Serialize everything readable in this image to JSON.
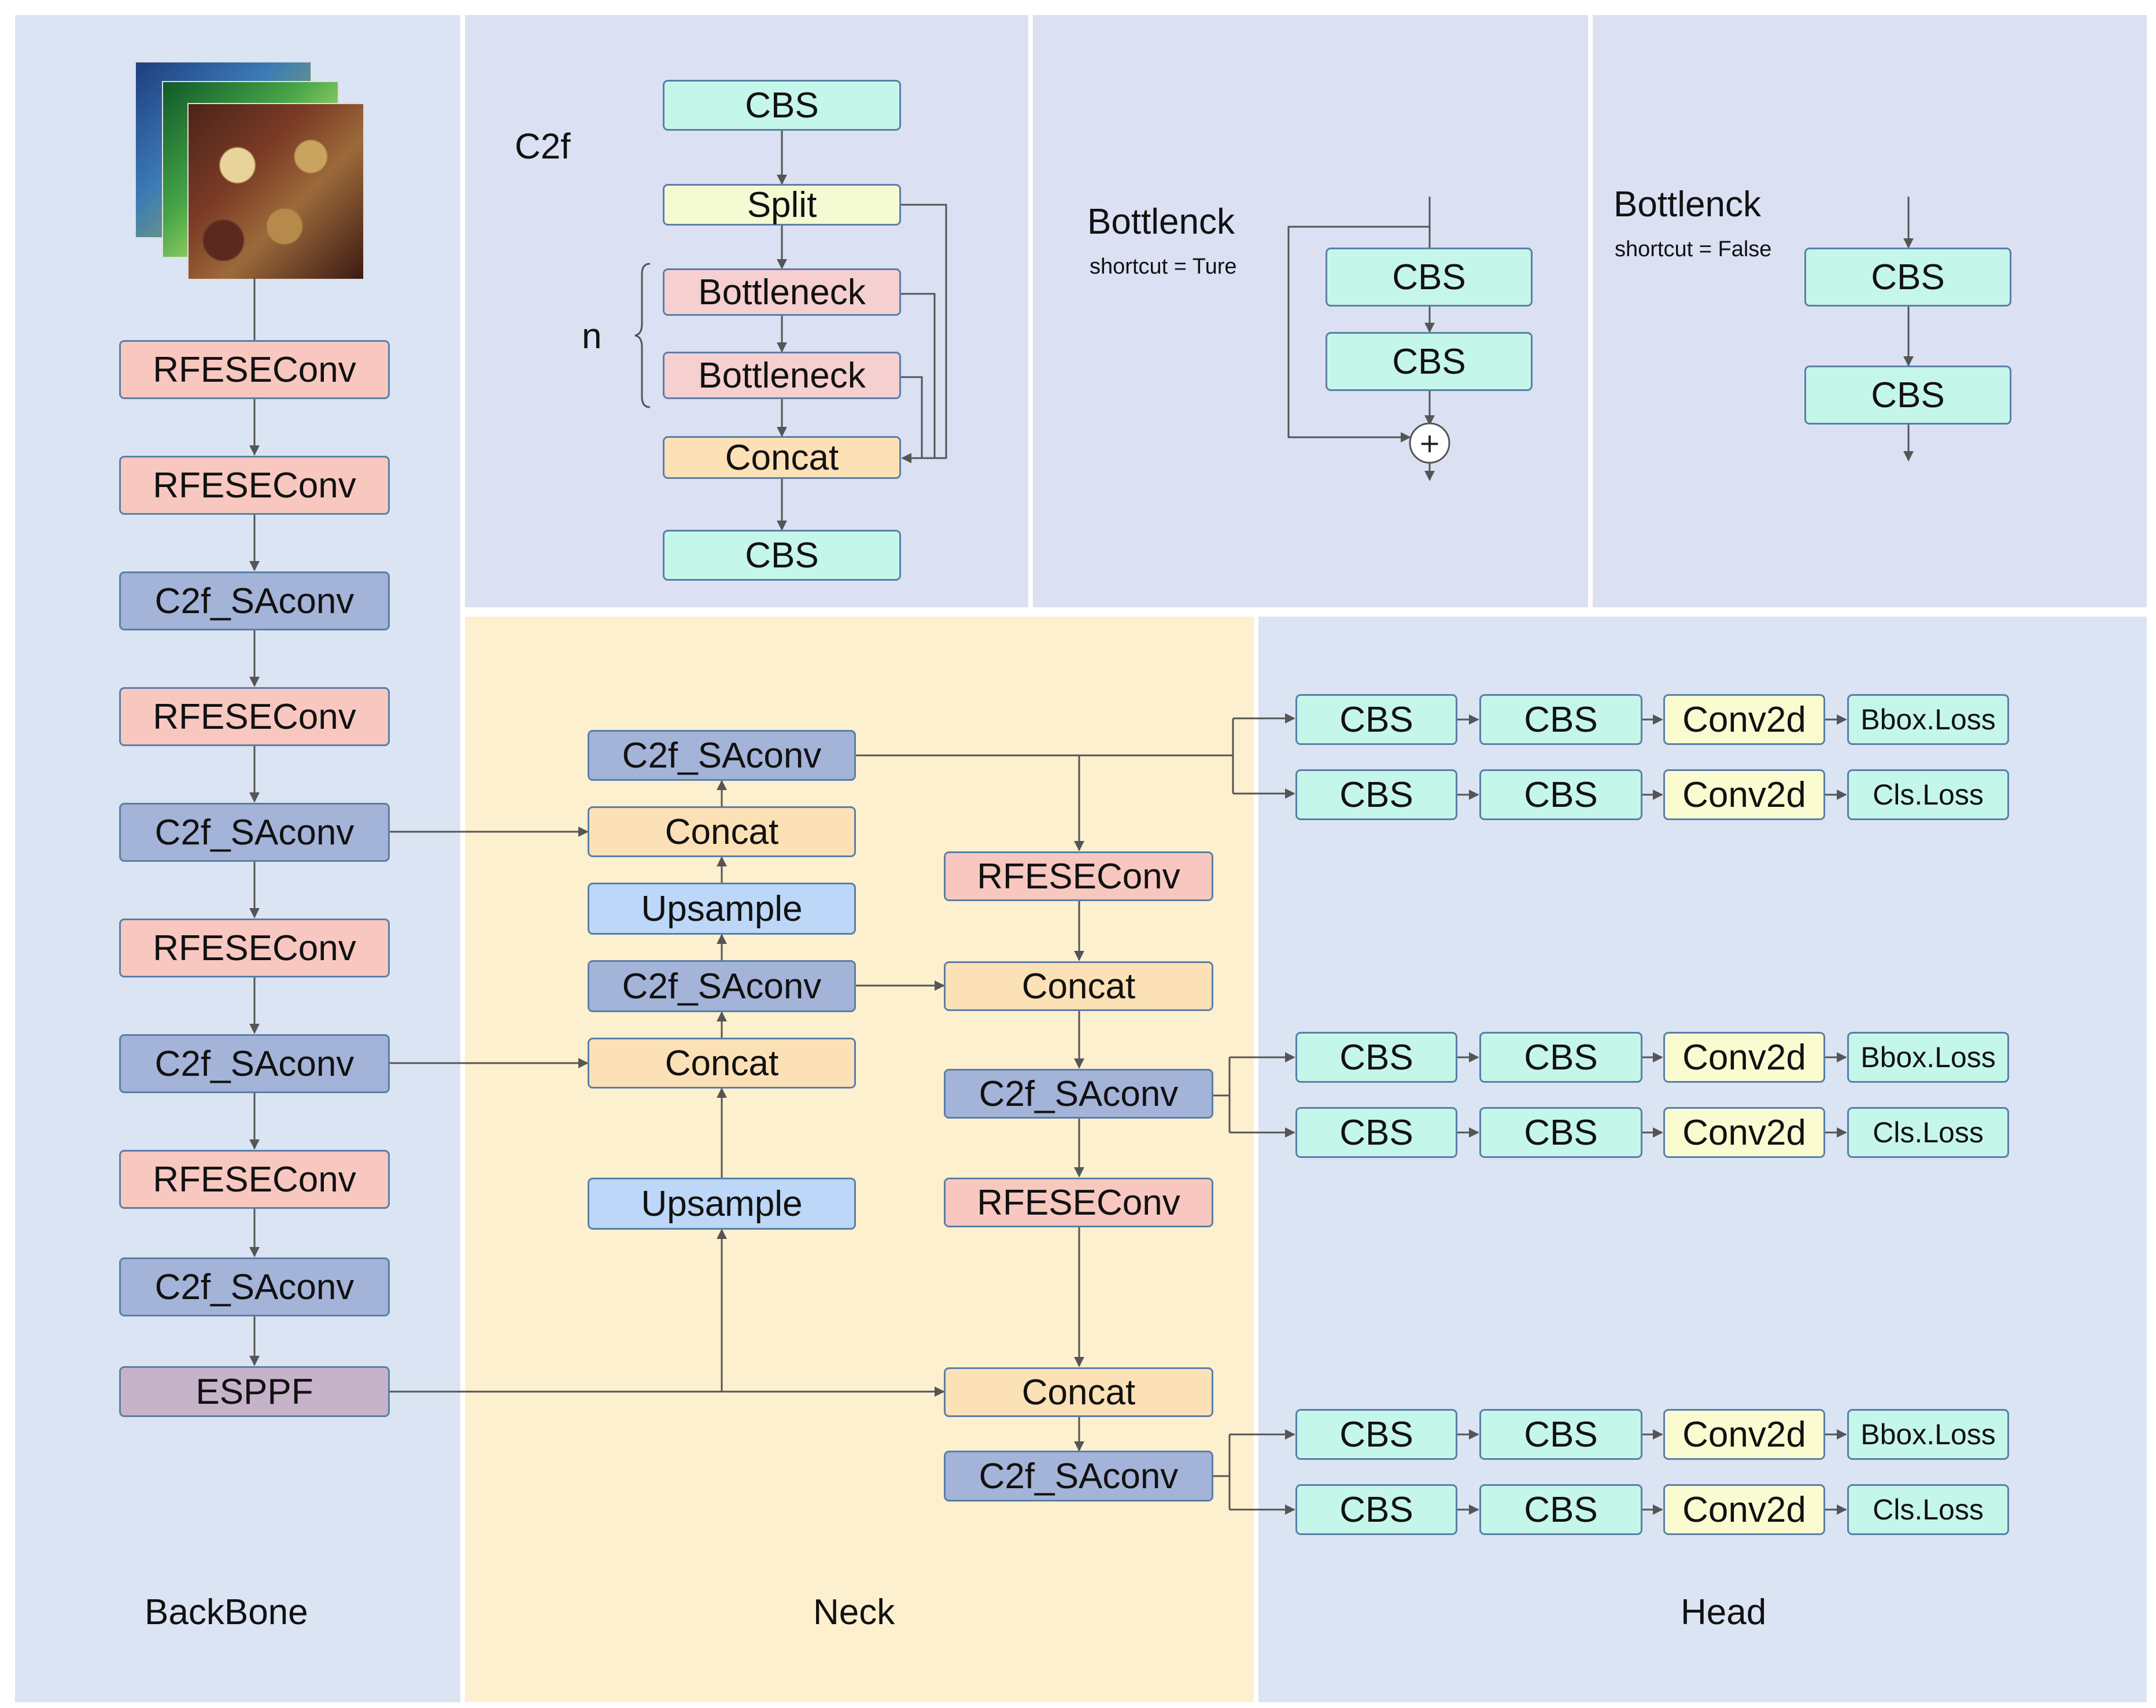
{
  "sections": {
    "backbone": "BackBone",
    "neck": "Neck",
    "head": "Head"
  },
  "c2f_panel": {
    "title": "C2f",
    "n_label": "n",
    "cbs_top": "CBS",
    "split": "Split",
    "bottleneck_1": "Bottleneck",
    "bottleneck_2": "Bottleneck",
    "concat": "Concat",
    "cbs_bottom": "CBS"
  },
  "bottleneck_true": {
    "title": "Bottlenck",
    "subtitle": "shortcut = Ture",
    "cbs_1": "CBS",
    "cbs_2": "CBS",
    "add_symbol": "+"
  },
  "bottleneck_false": {
    "title": "Bottlenck",
    "subtitle": "shortcut = False",
    "cbs_1": "CBS",
    "cbs_2": "CBS"
  },
  "backbone": {
    "blocks": [
      "RFESEConv",
      "RFESEConv",
      "C2f_SAconv",
      "RFESEConv",
      "C2f_SAconv",
      "RFESEConv",
      "C2f_SAconv",
      "RFESEConv",
      "C2f_SAconv",
      "ESPPF"
    ]
  },
  "neck": {
    "left": [
      "C2f_SAconv",
      "Concat",
      "Upsample",
      "C2f_SAconv",
      "Concat",
      "Upsample"
    ],
    "right": [
      "RFESEConv",
      "Concat",
      "C2f_SAconv",
      "RFESEConv",
      "Concat",
      "C2f_SAconv"
    ]
  },
  "head": {
    "rows": [
      [
        "CBS",
        "CBS",
        "Conv2d",
        "Bbox.Loss"
      ],
      [
        "CBS",
        "CBS",
        "Conv2d",
        "Cls.Loss"
      ],
      [
        "CBS",
        "CBS",
        "Conv2d",
        "Bbox.Loss"
      ],
      [
        "CBS",
        "CBS",
        "Conv2d",
        "Cls.Loss"
      ],
      [
        "CBS",
        "CBS",
        "Conv2d",
        "Bbox.Loss"
      ],
      [
        "CBS",
        "CBS",
        "Conv2d",
        "Cls.Loss"
      ]
    ]
  },
  "colors": {
    "backbone_bg": "#dbe4f3",
    "top_panel_bg": "#dbe0f3",
    "neck_bg": "#fdf0cf",
    "head_bg": "#dbe4f3",
    "cbs": "#c5f6ea",
    "rfesconv": "#f8c8c0",
    "c2f_saconv": "#a4b3d8",
    "concat": "#fde1b6",
    "upsample": "#bcd7f7",
    "esppf": "#c7b3c9",
    "conv2d": "#fbfbd2",
    "split": "#f4fbd3",
    "bottleneck": "#f6cfd0",
    "border": "#5a7fa8"
  }
}
